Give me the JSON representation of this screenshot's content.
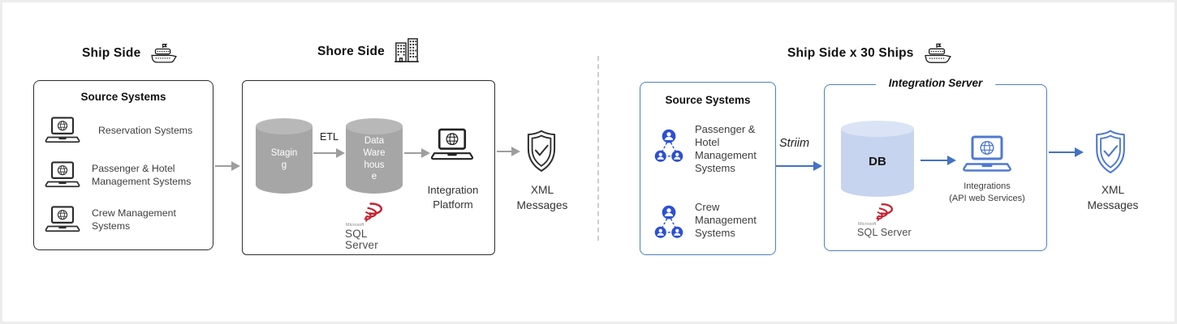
{
  "left": {
    "ship_header": "Ship Side",
    "shore_header": "Shore Side",
    "source_box": {
      "title": "Source Systems",
      "items": [
        "Reservation Systems",
        "Passenger & Hotel\nManagement Systems",
        "Crew Management Systems"
      ]
    },
    "shore_box": {
      "staging_label": "Stagin\ng",
      "etl_label": "ETL",
      "warehouse_label": "Data\nWare\nhous\ne",
      "platform_label": "Integration\nPlatform",
      "sql_logo": {
        "microsoft": "Microsoft",
        "product": "SQL Server"
      }
    },
    "xml_label": "XML\nMessages"
  },
  "right": {
    "header": "Ship Side x 30 Ships",
    "source_box": {
      "title": "Source Systems",
      "items": [
        "Passenger &\nHotel\nManagement\nSystems",
        "Crew\nManagement\nSystems"
      ]
    },
    "striim_label": "Striim",
    "integration_server": {
      "title": "Integration Server",
      "db_label": "DB",
      "integrations_label": "Integrations\n(API web Services)",
      "sql_logo": {
        "microsoft": "Microsoft",
        "product": "SQL Server"
      }
    },
    "xml_label": "XML\nMessages"
  },
  "colors": {
    "accent_blue": "#4472c4",
    "box_blue_border": "#4e7fc1",
    "people_blue": "#2b4fd7",
    "gray_arrow": "#9e9e9e",
    "cylinder_gray": "#a6a6a6",
    "cylinder_blue": "#c7d4ef",
    "sql_red": "#c4202e",
    "dark_border": "#2f2f2f"
  }
}
